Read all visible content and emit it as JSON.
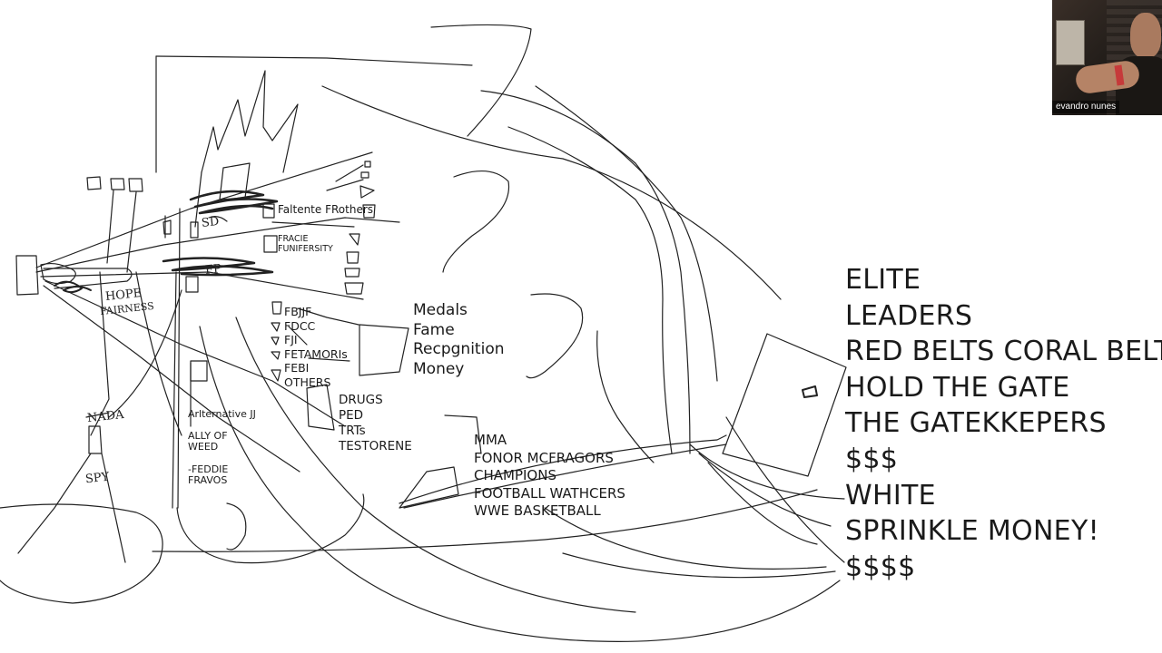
{
  "camera": {
    "participant_name": "evandro nunes"
  },
  "big_list": [
    "ELITE",
    "LEADERS",
    "RED BELTS CORAL BELTS",
    "HOLD THE GATE",
    "THE GATEKKEPERS",
    "$$$",
    "WHITE",
    "SPRINKLE MONEY!",
    "$$$$"
  ],
  "rewards": [
    "Medals",
    "Fame",
    "Recpgnition",
    "Money"
  ],
  "federations": [
    "FBJJF",
    "FDCC",
    "FJI",
    "FETAMORIs",
    "FEBI",
    "OTHERS"
  ],
  "drugs": [
    "DRUGS",
    "PED",
    "TRTs",
    "TESTORENE"
  ],
  "audience": [
    "MMA",
    "FONOR MCFRAGORS",
    "CHAMPIONS",
    "FOOTBALL WATHCERS",
    "WWE BASKETBALL"
  ],
  "labels": {
    "faltente": "Faltente FRothers",
    "fracie_1": "FRACIE",
    "fracie_2": "FUNIFERSITY",
    "alternative": "Arlternative JJ",
    "ally_1": "ALLY OF",
    "ally_2": "WEED",
    "feddie_1": "-FEDDIE",
    "feddie_2": "FRAVOS",
    "hope_1": "HOPE",
    "hope_2": "FAIRNESS",
    "nada": "NADA",
    "spy": "SPY",
    "sd": "SD",
    "fp": "FP"
  }
}
